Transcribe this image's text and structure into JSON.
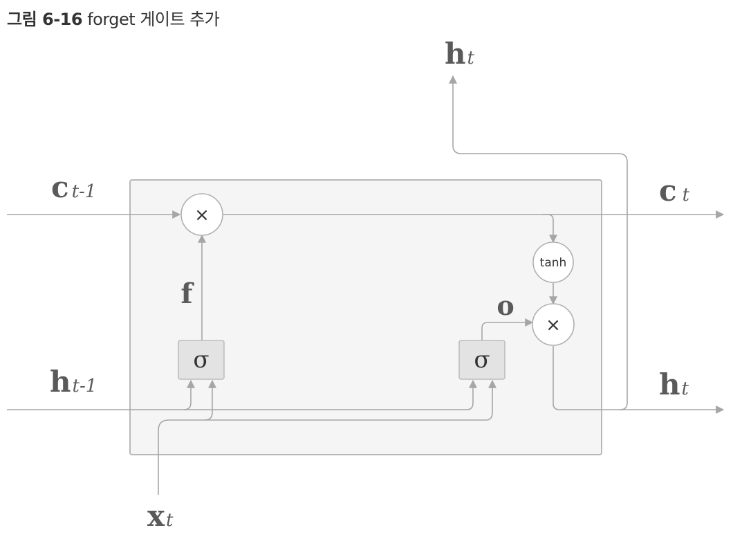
{
  "caption": {
    "figure_no": "그림 6-16",
    "title": "forget 게이트 추가"
  },
  "labels": {
    "c_prev_base": "c",
    "c_prev_sub": "t-1",
    "h_prev_base": "h",
    "h_prev_sub": "t-1",
    "x_base": "x",
    "x_sub": "t",
    "c_out_base": "c",
    "c_out_sub": "t",
    "h_out_base": "h",
    "h_out_sub": "t",
    "h_top_base": "h",
    "h_top_sub": "t",
    "forget_gate": "f",
    "output_gate": "o"
  },
  "nodes": {
    "multiply_symbol": "×",
    "tanh_label": "tanh",
    "sigma_symbol": "σ"
  },
  "colors": {
    "line": "#a6a6a6",
    "cell_fill": "#f4f5f4",
    "cell_border": "#b8b8b8",
    "sigma_fill": "#e3e3e3",
    "label": "#5a5a5a"
  }
}
